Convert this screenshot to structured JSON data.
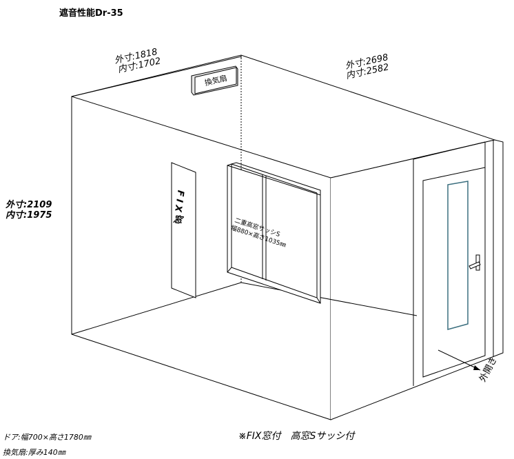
{
  "title": "遮音性能Dr-35",
  "dimensions": {
    "depth_outer": "外寸:1818",
    "depth_inner": "内寸:1702",
    "width_outer": "外寸:2698",
    "width_inner": "内寸:2582",
    "height_outer": "外寸:2109",
    "height_inner": "内寸:1975"
  },
  "fan_label": "換気扇",
  "fix_window_label": "FIX窓",
  "sash": {
    "line1": "二重高窓サッシS",
    "line2": "幅880×高さ1035㎜"
  },
  "door_opening": "外開き",
  "notes": {
    "door": "ドア:幅700×高さ1780㎜",
    "fan": "換気扇:厚み140㎜"
  },
  "caption": "※FIX窓付　高窓Sサッシ付"
}
